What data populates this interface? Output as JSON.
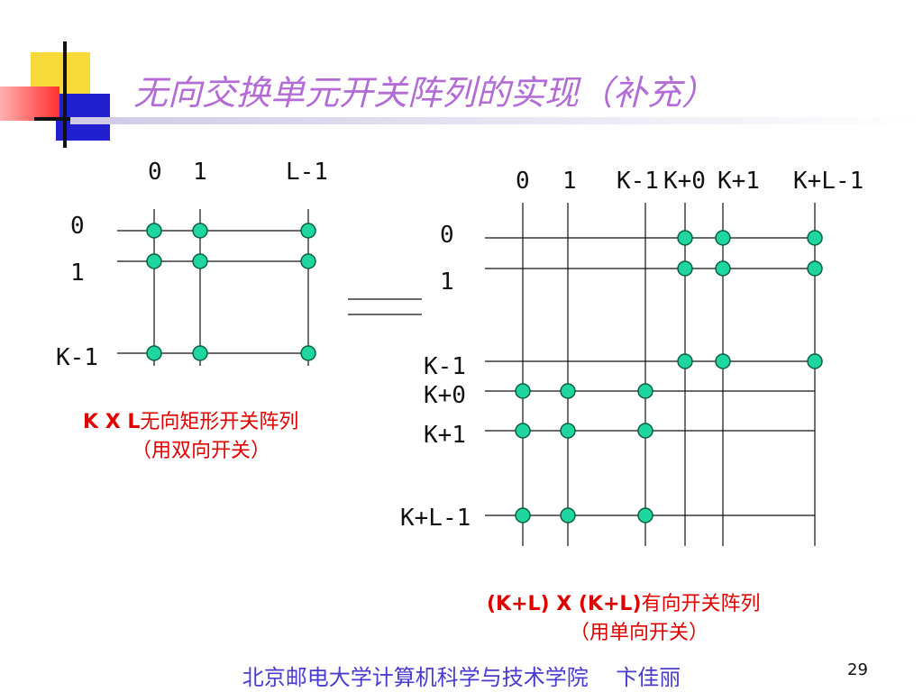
{
  "title": "无向交换单元开关阵列的实现（补充）",
  "left_matrix": {
    "col_labels": [
      "0",
      "1",
      "L-1"
    ],
    "row_labels": [
      "0",
      "1",
      "K-1"
    ],
    "caption_bold": "K X L",
    "caption_rest": "无向矩形开关阵列",
    "caption_line2": "（用双向开关）"
  },
  "right_matrix": {
    "col_labels": [
      "0",
      "1",
      "K-1",
      "K+0",
      "K+1",
      "K+L-1"
    ],
    "row_labels": [
      "0",
      "1",
      "K-1",
      "K+0",
      "K+1",
      "K+L-1"
    ],
    "caption_bold": "(K+L) X (K+L)",
    "caption_rest": "有向开关阵列",
    "caption_line2": "（用单向开关）"
  },
  "footer": "北京邮电大学计算机科学与技术学院    卞佳丽",
  "page_number": "29",
  "colors": {
    "title": "#b36bd6",
    "caption": "#e00000",
    "footer": "#4a3bd0",
    "node_fill": "#20d6a0",
    "node_stroke": "#0b5e3e"
  }
}
